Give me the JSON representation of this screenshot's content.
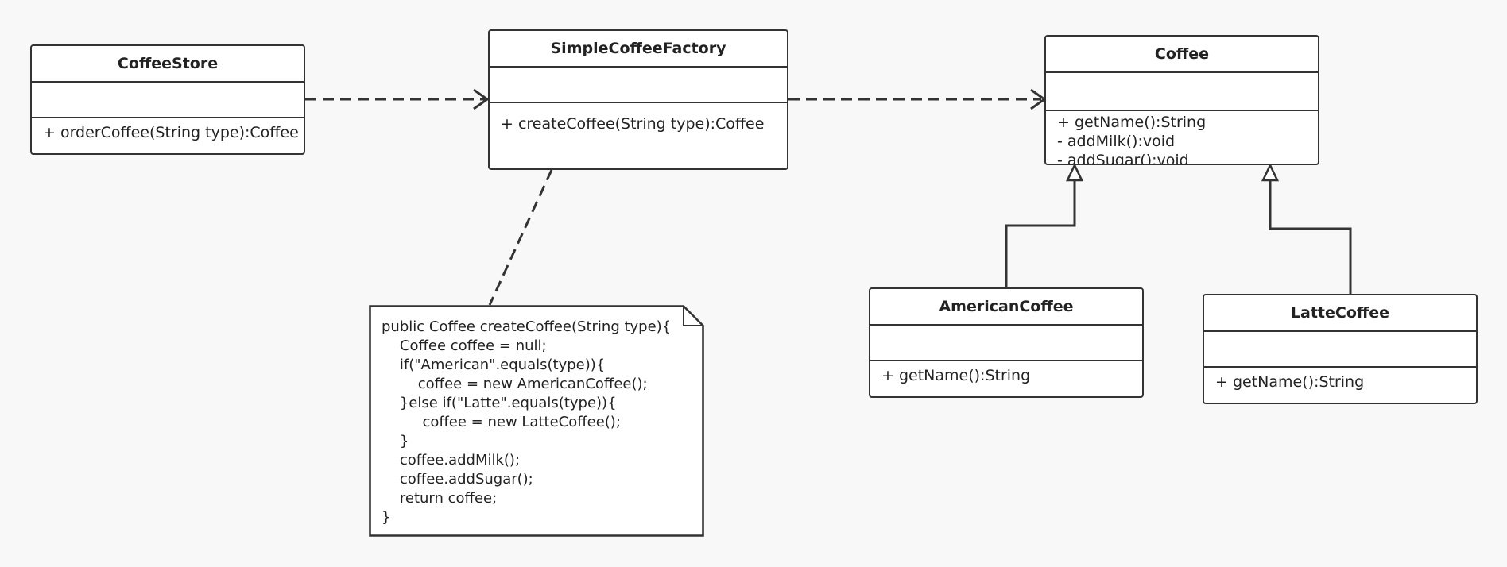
{
  "diagram": {
    "background": "#f8f8f8",
    "stroke": "#333333",
    "classes": {
      "coffee_store": {
        "name": "CoffeeStore",
        "operations": [
          "+ orderCoffee(String type):Coffee"
        ]
      },
      "simple_coffee_factory": {
        "name": "SimpleCoffeeFactory",
        "operations": [
          "+ createCoffee(String type):Coffee"
        ]
      },
      "coffee": {
        "name": "Coffee",
        "operations": [
          "+ getName():String",
          "- addMilk():void",
          "- addSugar():void"
        ]
      },
      "american_coffee": {
        "name": "AmericanCoffee",
        "operations": [
          "+ getName():String"
        ]
      },
      "latte_coffee": {
        "name": "LatteCoffee",
        "operations": [
          "+ getName():String"
        ]
      }
    },
    "note": {
      "lines": [
        "public Coffee createCoffee(String type){",
        "    Coffee coffee = null;",
        "    if(\"American\".equals(type)){",
        "        coffee = new AmericanCoffee();",
        "    }else if(\"Latte\".equals(type)){",
        "         coffee = new LatteCoffee();",
        "    }",
        "    coffee.addMilk();",
        "    coffee.addSugar();",
        "    return coffee;",
        "}"
      ]
    }
  }
}
